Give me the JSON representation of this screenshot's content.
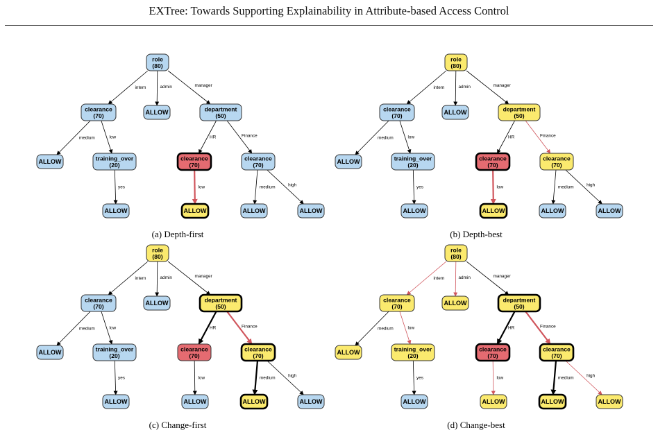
{
  "header": {
    "title": "EXTree: Towards Supporting Explainability in Attribute-based Access Control"
  },
  "colors": {
    "blue": "#b7d7f0",
    "yellow": "#fbea6e",
    "red": "#e56b71",
    "red_edge": "#d0555c"
  },
  "panels": [
    {
      "caption": "(a) Depth-first",
      "nodes": [
        {
          "line1": "role",
          "line2": "(80)",
          "color": "blue",
          "thick": false
        },
        {
          "line1": "clearance",
          "line2": "(70)",
          "color": "blue",
          "thick": false
        },
        {
          "line1": "ALLOW",
          "line2": "",
          "color": "blue",
          "thick": false
        },
        {
          "line1": "department",
          "line2": "(50)",
          "color": "blue",
          "thick": false
        },
        {
          "line1": "ALLOW",
          "line2": "",
          "color": "blue",
          "thick": false
        },
        {
          "line1": "training_over",
          "line2": "(20)",
          "color": "blue",
          "thick": false
        },
        {
          "line1": "clearance",
          "line2": "(70)",
          "color": "red",
          "thick": true
        },
        {
          "line1": "clearance",
          "line2": "(70)",
          "color": "blue",
          "thick": false
        },
        {
          "line1": "ALLOW",
          "line2": "",
          "color": "blue",
          "thick": false
        },
        {
          "line1": "ALLOW",
          "line2": "",
          "color": "yellow",
          "thick": true
        },
        {
          "line1": "ALLOW",
          "line2": "",
          "color": "blue",
          "thick": false
        },
        {
          "line1": "ALLOW",
          "line2": "",
          "color": "blue",
          "thick": false
        }
      ],
      "edges": [
        {
          "label": "intern",
          "style": "normal"
        },
        {
          "label": "admin",
          "style": "normal"
        },
        {
          "label": "manager",
          "style": "normal"
        },
        {
          "label": "medium",
          "style": "normal"
        },
        {
          "label": "low",
          "style": "normal"
        },
        {
          "label": "yes",
          "style": "normal"
        },
        {
          "label": "HR",
          "style": "normal"
        },
        {
          "label": "Finance",
          "style": "normal"
        },
        {
          "label": "low",
          "style": "redthick"
        },
        {
          "label": "medium",
          "style": "normal"
        },
        {
          "label": "high",
          "style": "normal"
        }
      ]
    },
    {
      "caption": "(b) Depth-best",
      "nodes": [
        {
          "line1": "role",
          "line2": "(80)",
          "color": "yellow",
          "thick": false
        },
        {
          "line1": "clearance",
          "line2": "(70)",
          "color": "blue",
          "thick": false
        },
        {
          "line1": "ALLOW",
          "line2": "",
          "color": "blue",
          "thick": false
        },
        {
          "line1": "department",
          "line2": "(50)",
          "color": "yellow",
          "thick": false
        },
        {
          "line1": "ALLOW",
          "line2": "",
          "color": "blue",
          "thick": false
        },
        {
          "line1": "training_over",
          "line2": "(20)",
          "color": "blue",
          "thick": false
        },
        {
          "line1": "clearance",
          "line2": "(70)",
          "color": "red",
          "thick": true
        },
        {
          "line1": "clearance",
          "line2": "(70)",
          "color": "yellow",
          "thick": false
        },
        {
          "line1": "ALLOW",
          "line2": "",
          "color": "blue",
          "thick": false
        },
        {
          "line1": "ALLOW",
          "line2": "",
          "color": "yellow",
          "thick": true
        },
        {
          "line1": "ALLOW",
          "line2": "",
          "color": "blue",
          "thick": false
        },
        {
          "line1": "ALLOW",
          "line2": "",
          "color": "blue",
          "thick": false
        }
      ],
      "edges": [
        {
          "label": "intern",
          "style": "normal"
        },
        {
          "label": "admin",
          "style": "normal"
        },
        {
          "label": "manager",
          "style": "normal"
        },
        {
          "label": "medium",
          "style": "normal"
        },
        {
          "label": "low",
          "style": "normal"
        },
        {
          "label": "yes",
          "style": "normal"
        },
        {
          "label": "HR",
          "style": "normal"
        },
        {
          "label": "Finance",
          "style": "redthin"
        },
        {
          "label": "low",
          "style": "redthick"
        },
        {
          "label": "medium",
          "style": "normal"
        },
        {
          "label": "high",
          "style": "normal"
        }
      ]
    },
    {
      "caption": "(c) Change-first",
      "nodes": [
        {
          "line1": "role",
          "line2": "(80)",
          "color": "yellow",
          "thick": false
        },
        {
          "line1": "clearance",
          "line2": "(70)",
          "color": "blue",
          "thick": false
        },
        {
          "line1": "ALLOW",
          "line2": "",
          "color": "blue",
          "thick": false
        },
        {
          "line1": "department",
          "line2": "(50)",
          "color": "yellow",
          "thick": true
        },
        {
          "line1": "ALLOW",
          "line2": "",
          "color": "blue",
          "thick": false
        },
        {
          "line1": "training_over",
          "line2": "(20)",
          "color": "blue",
          "thick": false
        },
        {
          "line1": "clearance",
          "line2": "(70)",
          "color": "red",
          "thick": false
        },
        {
          "line1": "clearance",
          "line2": "(70)",
          "color": "yellow",
          "thick": true
        },
        {
          "line1": "ALLOW",
          "line2": "",
          "color": "blue",
          "thick": false
        },
        {
          "line1": "ALLOW",
          "line2": "",
          "color": "blue",
          "thick": false
        },
        {
          "line1": "ALLOW",
          "line2": "",
          "color": "yellow",
          "thick": true
        },
        {
          "line1": "ALLOW",
          "line2": "",
          "color": "blue",
          "thick": false
        }
      ],
      "edges": [
        {
          "label": "intern",
          "style": "normal"
        },
        {
          "label": "admin",
          "style": "normal"
        },
        {
          "label": "manager",
          "style": "normal"
        },
        {
          "label": "medium",
          "style": "normal"
        },
        {
          "label": "low",
          "style": "normal"
        },
        {
          "label": "yes",
          "style": "normal"
        },
        {
          "label": "HR",
          "style": "blackthick"
        },
        {
          "label": "Finance",
          "style": "redthick"
        },
        {
          "label": "low",
          "style": "normal"
        },
        {
          "label": "medium",
          "style": "blackthick"
        },
        {
          "label": "high",
          "style": "normal"
        }
      ]
    },
    {
      "caption": "(d) Change-best",
      "nodes": [
        {
          "line1": "role",
          "line2": "(80)",
          "color": "yellow",
          "thick": false
        },
        {
          "line1": "clearance",
          "line2": "(70)",
          "color": "yellow",
          "thick": false
        },
        {
          "line1": "ALLOW",
          "line2": "",
          "color": "yellow",
          "thick": false
        },
        {
          "line1": "department",
          "line2": "(50)",
          "color": "yellow",
          "thick": true
        },
        {
          "line1": "ALLOW",
          "line2": "",
          "color": "yellow",
          "thick": false
        },
        {
          "line1": "training_over",
          "line2": "(20)",
          "color": "yellow",
          "thick": false
        },
        {
          "line1": "clearance",
          "line2": "(70)",
          "color": "red",
          "thick": true
        },
        {
          "line1": "clearance",
          "line2": "(70)",
          "color": "yellow",
          "thick": true
        },
        {
          "line1": "ALLOW",
          "line2": "",
          "color": "blue",
          "thick": false
        },
        {
          "line1": "ALLOW",
          "line2": "",
          "color": "yellow",
          "thick": false
        },
        {
          "line1": "ALLOW",
          "line2": "",
          "color": "yellow",
          "thick": true
        },
        {
          "line1": "ALLOW",
          "line2": "",
          "color": "yellow",
          "thick": false
        }
      ],
      "edges": [
        {
          "label": "intern",
          "style": "redthin"
        },
        {
          "label": "admin",
          "style": "redthin"
        },
        {
          "label": "manager",
          "style": "normal"
        },
        {
          "label": "medium",
          "style": "normal"
        },
        {
          "label": "low",
          "style": "redthin"
        },
        {
          "label": "yes",
          "style": "normal"
        },
        {
          "label": "HR",
          "style": "blackthick"
        },
        {
          "label": "Finance",
          "style": "redthick"
        },
        {
          "label": "low",
          "style": "redthin"
        },
        {
          "label": "medium",
          "style": "blackthick"
        },
        {
          "label": "high",
          "style": "redthin"
        }
      ]
    }
  ]
}
